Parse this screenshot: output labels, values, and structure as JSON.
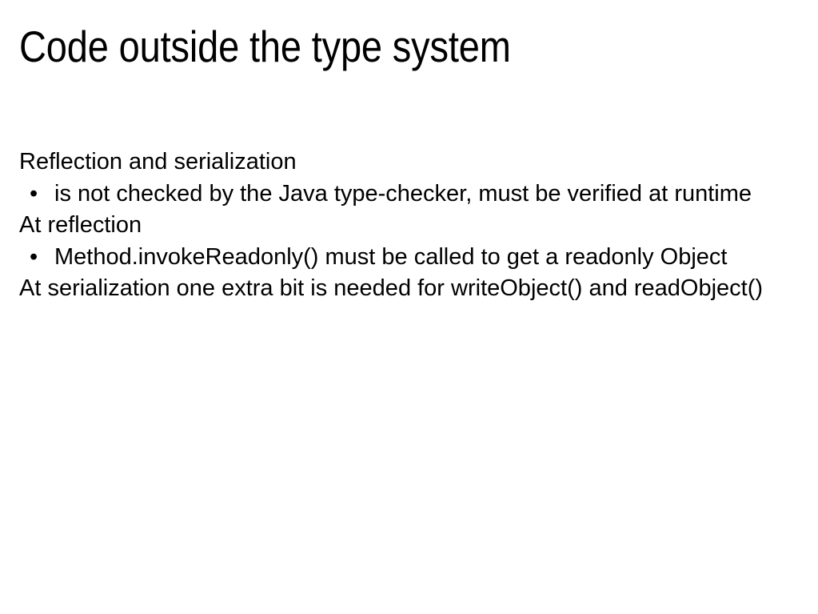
{
  "slide": {
    "title": "Code outside the type system",
    "background_color": "#ffffff",
    "text_color": "#000000",
    "bullet_glyph": "•",
    "content": [
      {
        "kind": "paragraph",
        "text": "Reflection and serialization"
      },
      {
        "kind": "bullet",
        "text": "is not checked by the Java type-checker, must be verified at runtime"
      },
      {
        "kind": "paragraph",
        "text": "At reflection"
      },
      {
        "kind": "bullet",
        "text": "Method.invokeReadonly() must be called to get a readonly Object"
      },
      {
        "kind": "paragraph",
        "text": "At serialization one extra bit is needed for writeObject() and readObject()"
      }
    ]
  }
}
